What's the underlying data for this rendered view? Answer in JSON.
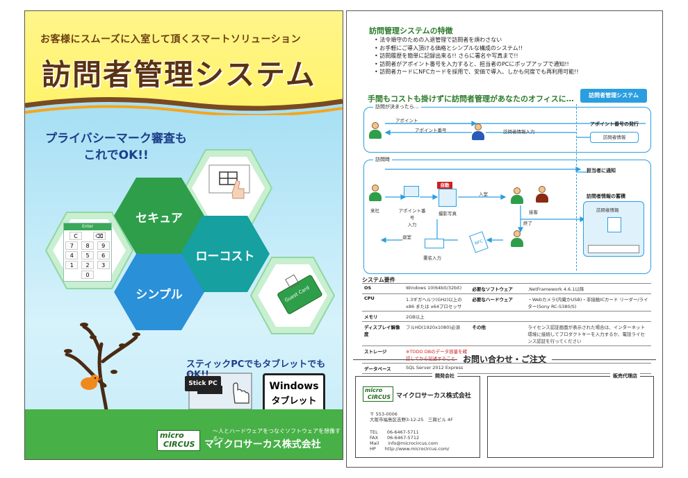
{
  "left_page": {
    "subtitle": "お客様にスムーズに入室して頂くスマートソリューション",
    "title": "訪問者管理システム",
    "privacy_line1": "プライバシーマーク審査も",
    "privacy_line2": "これでOK!!",
    "hex_labels": [
      "セキュア",
      "ローコスト",
      "シンプル"
    ],
    "keypad": {
      "enter": "Enter",
      "rows": [
        [
          "C",
          "⌫"
        ],
        [
          "7",
          "8",
          "9"
        ],
        [
          "4",
          "5",
          "6"
        ],
        [
          "1",
          "2",
          "3"
        ],
        [
          "0"
        ]
      ]
    },
    "guest_card": "Guest Card",
    "stick_message": "スティックPCでもタブレットでもOK!!",
    "stick_pc": "Stick PC",
    "windows_line1": "Windows",
    "windows_line2": "タブレット",
    "tagline": "～人とハードウェアをつなぐソフトウェアを想像する～",
    "logo_line1": "micro",
    "logo_line2": "CIRCUS",
    "company": "マイクロサーカス株式会社"
  },
  "right_page": {
    "features_title": "訪問管理システムの特徴",
    "features": [
      "法令順守のための入退管理で訪問者を煩わさない",
      "お手軽にご導入頂ける価格とシンプルな構成のシステム!!",
      "訪問履歴を簡単に記録出来る!! さらに署名や写真まで!!",
      "訪問者がアポイント番号を入力すると、担当者のPCにポップアップで通知!!",
      "訪問者カードにNFCカードを採用で、安価で導入、しかも何度でも再利用可能!!"
    ],
    "office_heading": "手間もコストも掛けずに訪問者管理があなたのオフィスに…",
    "badge": "訪問者管理システム",
    "flow1": {
      "label": "訪問が決まったら…",
      "appointment": "アポイント",
      "appointment_number": "アポイント番号",
      "visitor_info_input": "訪問者情報入力",
      "issue": "アポイント番号の発行",
      "visitor_info": "訪問者情報"
    },
    "flow2": {
      "label": "訪問時",
      "notify": "担当者に通知",
      "arrival": "来社",
      "appointment_input_1": "アポイント番号",
      "appointment_input_2": "入力",
      "auto": "自動",
      "photo": "撮影写真",
      "enter_room": "入室",
      "reception": "接客",
      "finish": "終了",
      "exit_room": "退室",
      "signature": "署名入力",
      "save_info": "訪問者情報の蓄積",
      "visitor_info": "訪問者情報",
      "nfc": "NFC"
    },
    "spec_title": "システム要件",
    "spec_rows": [
      [
        "OS",
        "Windows 10(64bit/32bit)",
        "必要なソフトウェア",
        ".NetFramework 4.6.1以降"
      ],
      [
        "CPU",
        "1.3ギガヘルツ(GHz)以上のx86 または x64プロセッサ",
        "必要なハードウェア",
        "・Webカメラ(内蔵かUSB)・非接触ICカード リーダー/ライター(Sony RC-S380/S)"
      ],
      [
        "メモリ",
        "2GB以上",
        "",
        ""
      ],
      [
        "ディスプレイ解像度",
        "フルHD(1920x1080)必須",
        "その他",
        "ライセンス認証画面が表示された場合は、インターネット環境に接続してプロダクトキーを入力するか、電話ライセンス認証を行ってください"
      ],
      [
        "ストレージ",
        "※TODO DBのデータ容量を確認してから記述すること",
        "",
        ""
      ],
      [
        "データベース",
        "SQL Server 2012 Express",
        "",
        ""
      ]
    ],
    "contact_heading": "お問い合わせ・ご注文",
    "developer_heading": "開発会社",
    "dealer_heading": "販売代理店",
    "logo_line1": "micro",
    "logo_line2": "CIRCUS",
    "company": "マイクロサーカス株式会社",
    "postal": "〒 553-0006",
    "address": "大阪市福島区吉野3-12-25　三興ビル 4F",
    "tel": "TEL　　06-6467-5711",
    "fax": "FAX　　06-6467-5712",
    "mail": "Mail　　info@microcircus.com",
    "hp": "HP　　http://www.microcircus.com/"
  },
  "colors": {
    "title_brown": "#5a3214",
    "heading_green": "#2a7a2a",
    "accent_blue": "#2a9ee0",
    "hex_green": "#2e9e4a",
    "hex_teal": "#16a0a0",
    "hex_blue": "#2a90d8"
  }
}
